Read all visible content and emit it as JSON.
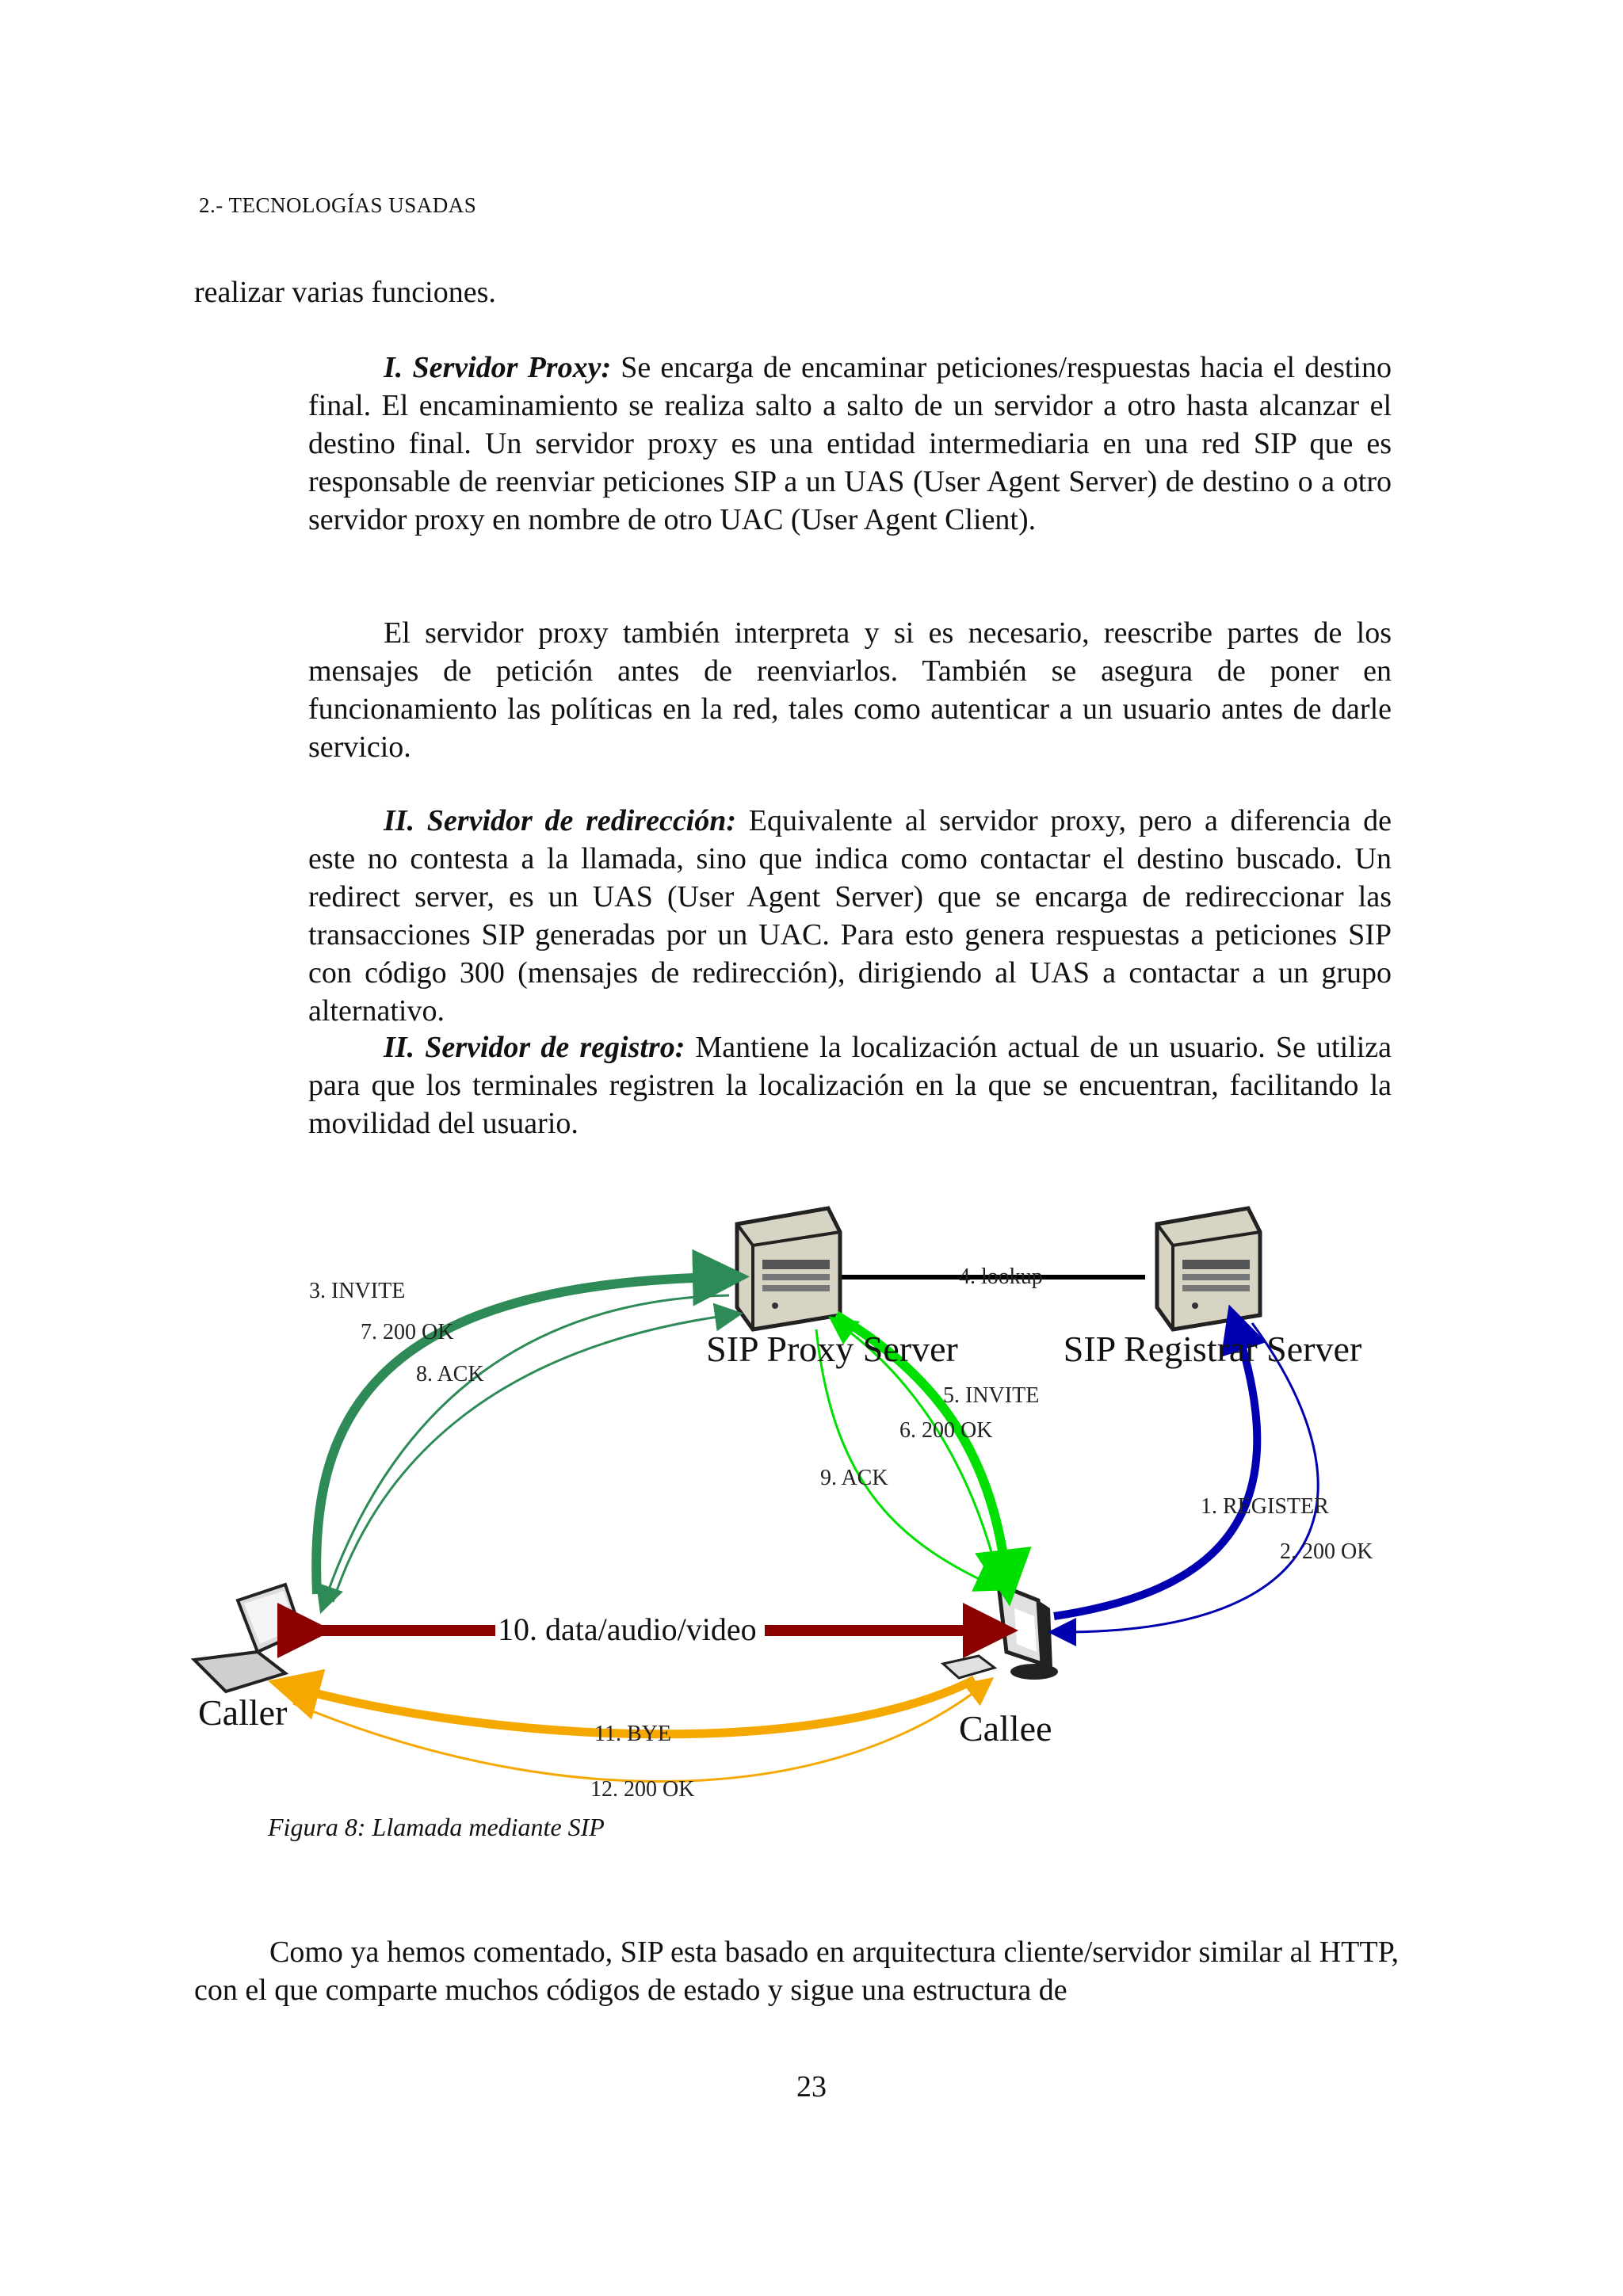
{
  "header": "2.- TECNOLOGÍAS USADAS",
  "intro_line": "realizar varias funciones.",
  "proxy": {
    "title": "I. Servidor Proxy:",
    "p1": "Se encarga de encaminar peticiones/respuestas hacia el destino final. El encaminamiento se realiza salto a salto de un servidor a otro hasta alcanzar el destino final. Un servidor proxy es una entidad intermediaria en una red SIP que es responsable de reenviar peticiones SIP a un UAS (User Agent Server) de destino o a otro servidor proxy en nombre de otro UAC (User Agent Client).",
    "p2": "El servidor proxy también interpreta y si es necesario, reescribe partes de los mensajes de petición antes de reenviarlos. También se  asegura de poner en funcionamiento las políticas en la red, tales como autenticar a un usuario antes de darle servicio."
  },
  "redirect": {
    "title": "II. Servidor de redirección:",
    "text": "Equivalente al servidor proxy, pero a diferencia de este no contesta a la llamada, sino que indica como contactar el destino buscado. Un redirect server, es un UAS (User Agent Server)  que se encarga de redireccionar las transacciones SIP generadas por un UAC. Para esto genera respuestas a peticiones SIP con código 300 (mensajes de redirección), dirigiendo al UAS a contactar a un grupo alternativo."
  },
  "registrar": {
    "title": "II. Servidor de registro:",
    "text": "Mantiene la localización actual de un usuario. Se utiliza para que los terminales registren la localización en la que se encuentran, facilitando la movilidad del usuario."
  },
  "figure": {
    "nodes": {
      "proxy": "SIP Proxy Server",
      "registrar": "SIP Registrar Server",
      "caller": "Caller",
      "callee": "Callee"
    },
    "messages": {
      "m1": "1. REGISTER",
      "m2": "2. 200 OK",
      "m3": "3. INVITE",
      "m4": "4. lookup",
      "m5": "5. INVITE",
      "m6": "6. 200 OK",
      "m7": "7. 200 OK",
      "m8": "8. ACK",
      "m9": "9. ACK",
      "m10": "10. data/audio/video",
      "m11": "11. BYE",
      "m12": "12. 200 OK"
    },
    "colors": {
      "invite_caller": "#2e8b57",
      "proxy_callee": "#00e000",
      "register": "#0000b0",
      "data": "#8b0000",
      "bye": "#f5a800"
    }
  },
  "caption": "Figura 8: Llamada mediante SIP",
  "closing": "Como ya hemos comentado, SIP esta basado en arquitectura cliente/servidor similar al HTTP, con el que comparte muchos códigos de estado y sigue una estructura de",
  "page_number": "23"
}
